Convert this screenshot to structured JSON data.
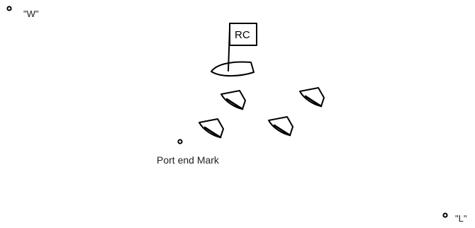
{
  "marks": {
    "windward_label": "\"W\"",
    "leeward_label": "\"L\"",
    "port_end_label": "Port end Mark"
  },
  "committee_boat": {
    "flag_text": "RC"
  },
  "boats": {
    "count": 5
  },
  "colors": {
    "ink": "#000000",
    "background": "#ffffff"
  }
}
